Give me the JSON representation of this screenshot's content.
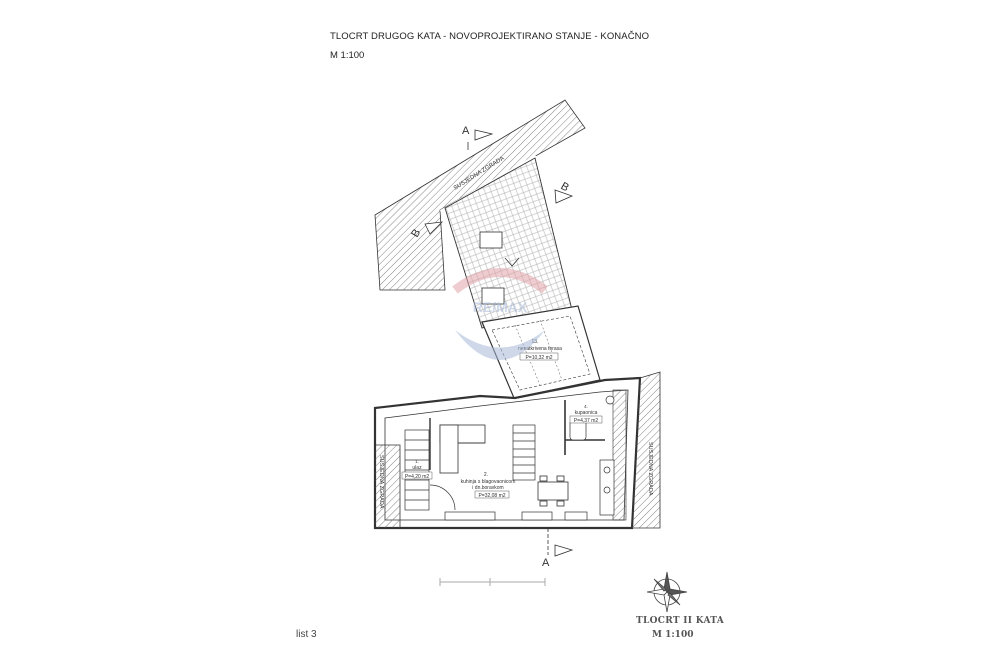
{
  "sheet": {
    "title": "TLOCRT DRUGOG KATA - NOVOPROJEKTIRANO STANJE - KONAČNO",
    "scale": "M 1:100",
    "list": "list  3"
  },
  "labels": {
    "neighbor_top": "SUSJEDNA ZGRADA",
    "neighbor_left": "SUSJEDNA ZGRADA",
    "neighbor_right": "SUSJEDNA ZGRADA",
    "section_a": "A",
    "section_b": "B",
    "watermark": "RE/MAX"
  },
  "rooms": [
    {
      "id": "terrace",
      "number": "13.",
      "name": "nenatkrivena terasa",
      "area": "P=10,32 m2"
    },
    {
      "id": "bathroom",
      "number": "4.",
      "name": "kupaonica",
      "area": "P=4,37 m2"
    },
    {
      "id": "entrance",
      "number": "1.",
      "name": "ulaz",
      "area": "P=4,20 m2"
    },
    {
      "id": "kitchen",
      "number": "2.",
      "name_line1": "kuhinja s blagovaonicom",
      "name_line2": "i dn.boravkom",
      "area": "P=32,08 m2"
    }
  ],
  "stamp": {
    "title": "TLOCRT II KATA",
    "scale": "M 1:100"
  },
  "colors": {
    "line": "#333333",
    "hatch": "#666666",
    "watermark_red": "#e2a3a8",
    "watermark_blue": "#a7b9d6"
  }
}
